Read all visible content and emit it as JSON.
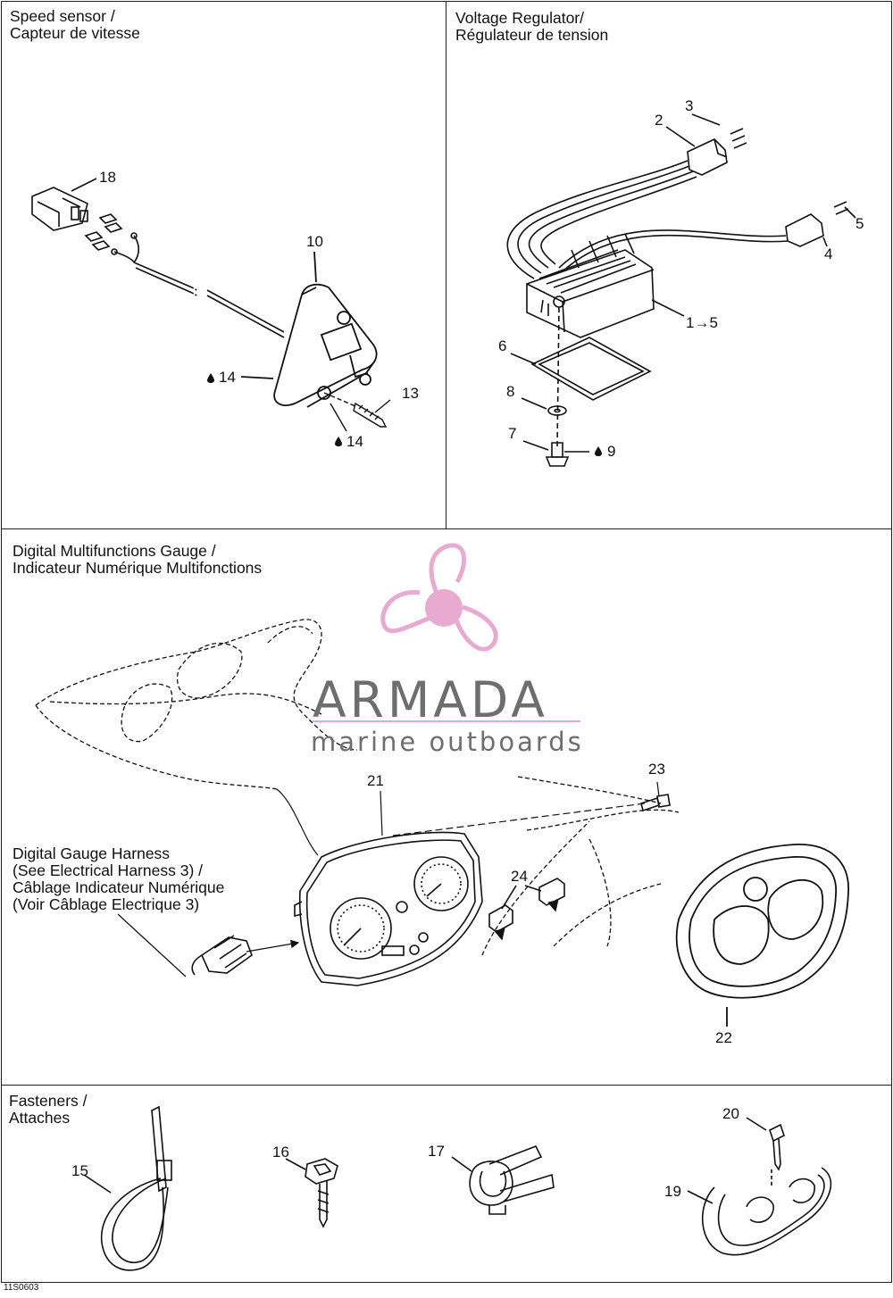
{
  "panels": {
    "speed_sensor": {
      "title": "Speed sensor /\nCapteur de vitesse"
    },
    "voltage_regulator": {
      "title": "Voltage Regulator/\nRégulateur de tension"
    },
    "gauge": {
      "title": "Digital Multifunctions Gauge /\nIndicateur Numérique Multifonctions"
    },
    "fasteners": {
      "title": "Fasteners /\nAttaches"
    }
  },
  "harness_note": "Digital Gauge Harness\n(See Electrical Harness 3) /\nCâblage Indicateur Numérique\n(Voir Câblage Electrique 3)",
  "callouts": {
    "c18": "18",
    "c10": "10",
    "c14a": "14",
    "c13": "13",
    "c14b": "14",
    "c3": "3",
    "c2": "2",
    "c5": "5",
    "c4": "4",
    "c1to5": "1→5",
    "c6": "6",
    "c8": "8",
    "c7": "7",
    "c9": "9",
    "c21": "21",
    "c23": "23",
    "c24": "24",
    "c22": "22",
    "c15": "15",
    "c16": "16",
    "c17": "17",
    "c20": "20",
    "c19": "19"
  },
  "watermark": {
    "brand": "ARMADA",
    "tagline": "marine outboards",
    "color": "#e8a6cf"
  },
  "footer_code": "11S0603"
}
